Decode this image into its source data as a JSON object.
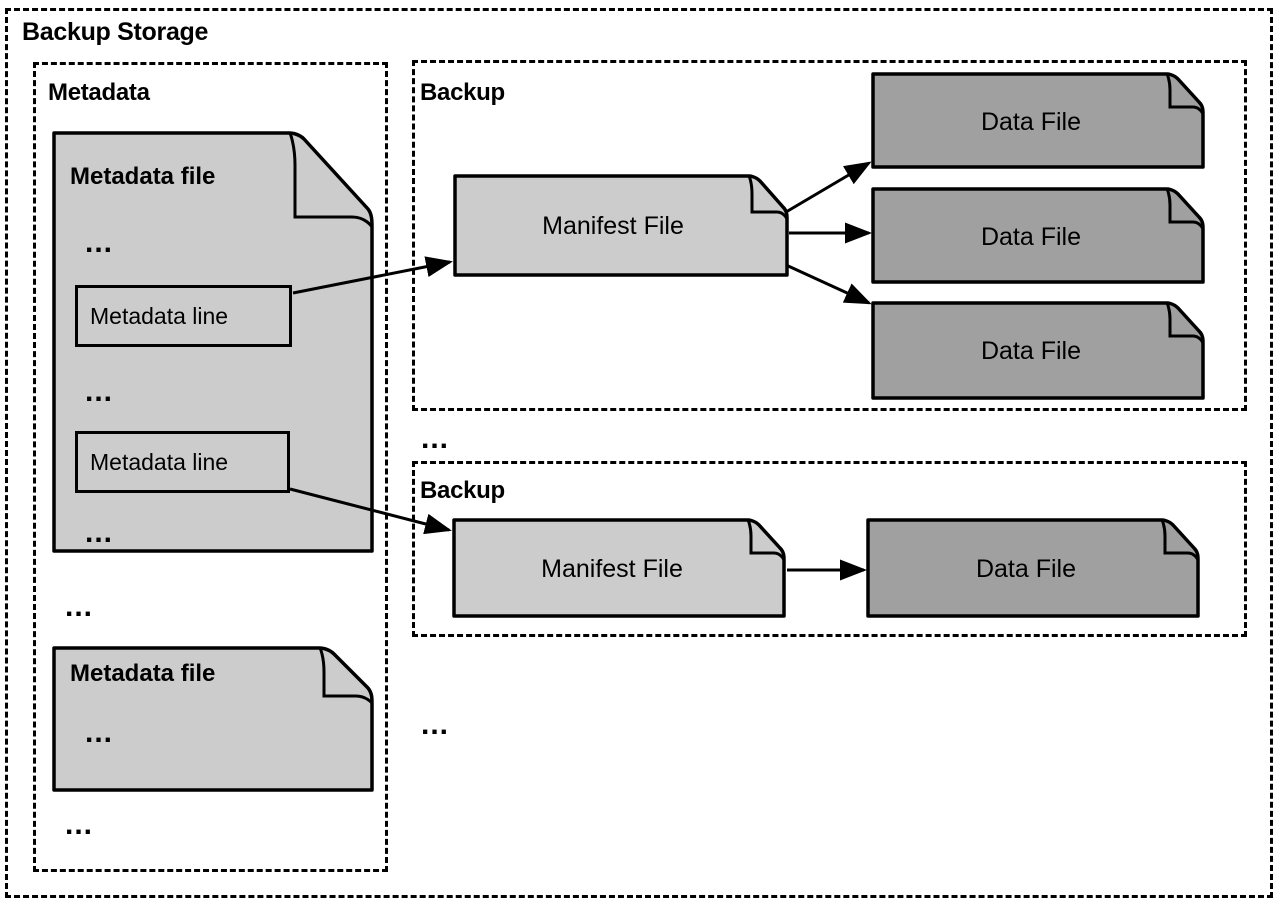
{
  "diagram": {
    "title": "Backup Storage",
    "ellipsis_glyph": "...",
    "colors": {
      "light_gray": "#cccccc",
      "dark_gray": "#a0a0a0",
      "outline": "#000000",
      "background": "#ffffff"
    },
    "sections": {
      "metadata": {
        "title": "Metadata",
        "files": [
          {
            "label": "Metadata file",
            "lines": [
              {
                "kind": "ellipsis",
                "text": "..."
              },
              {
                "kind": "line",
                "text": "Metadata line"
              },
              {
                "kind": "ellipsis",
                "text": "..."
              },
              {
                "kind": "line",
                "text": "Metadata line"
              },
              {
                "kind": "ellipsis",
                "text": "..."
              }
            ]
          },
          {
            "label": "Metadata file",
            "lines": [
              {
                "kind": "ellipsis",
                "text": "..."
              }
            ]
          }
        ],
        "between_files_ellipsis": "...",
        "trailing_ellipsis": "..."
      },
      "backups": [
        {
          "title": "Backup",
          "manifest": {
            "label": "Manifest File"
          },
          "data_files": [
            {
              "label": "Data File"
            },
            {
              "label": "Data File"
            },
            {
              "label": "Data File"
            }
          ]
        },
        {
          "title": "Backup",
          "manifest": {
            "label": "Manifest File"
          },
          "data_files": [
            {
              "label": "Data File"
            }
          ]
        }
      ],
      "between_backups_ellipsis": "...",
      "trailing_backups_ellipsis": "..."
    }
  }
}
